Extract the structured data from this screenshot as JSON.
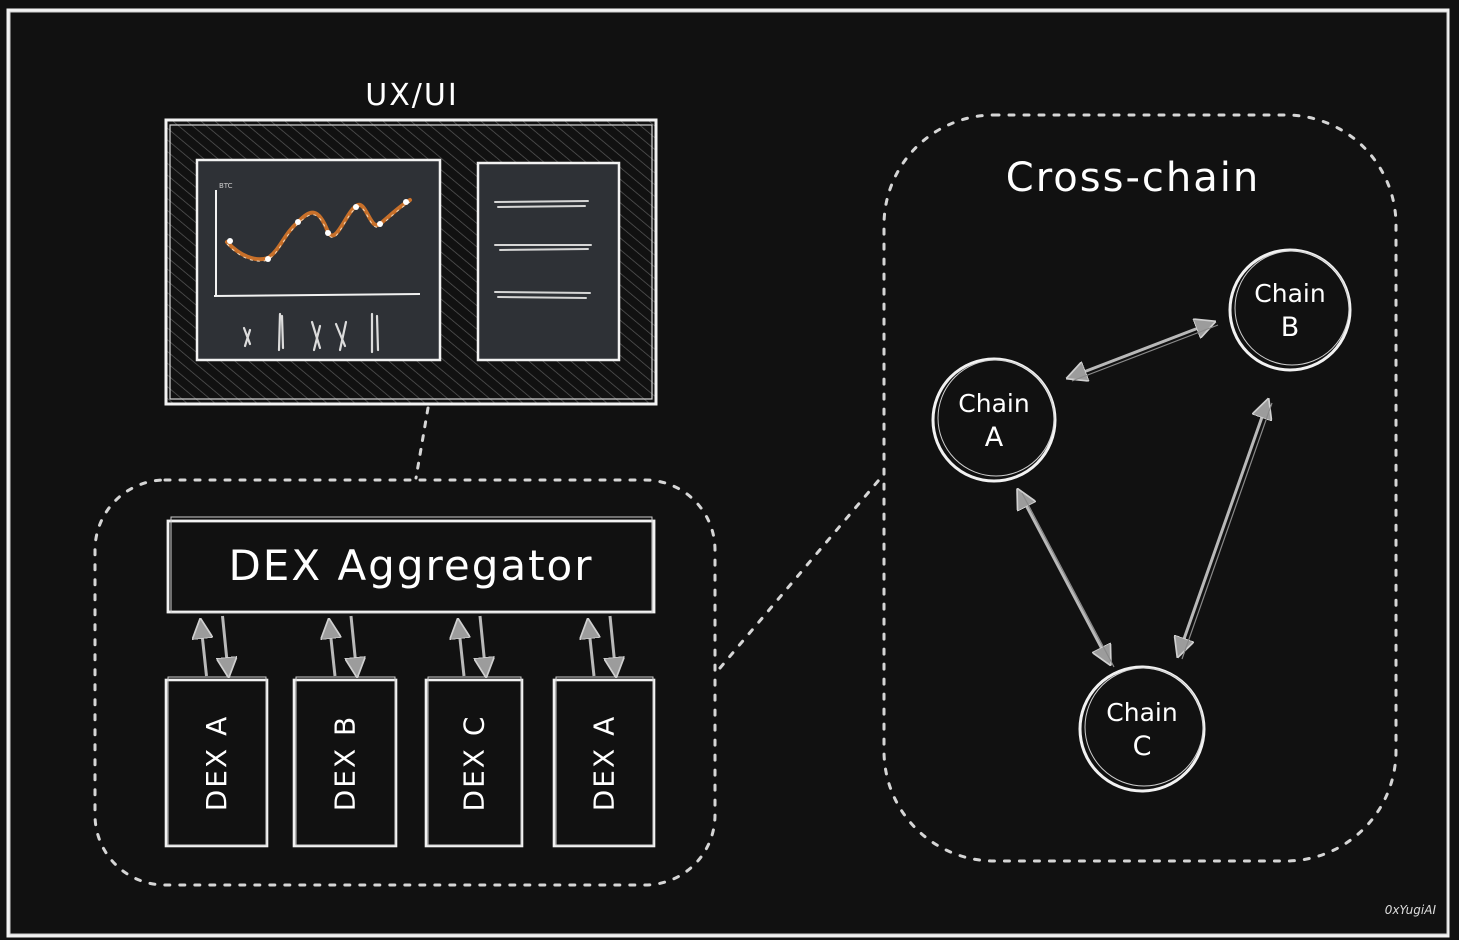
{
  "title_uxui": "UX/UI",
  "chart_label": "BTC",
  "aggregator_label": "DEX Aggregator",
  "dex_boxes": [
    {
      "label": "DEX A"
    },
    {
      "label": "DEX B"
    },
    {
      "label": "DEX C"
    },
    {
      "label": "DEX A"
    }
  ],
  "cross_chain_title": "Cross-chain",
  "chains": [
    {
      "line1": "Chain",
      "line2": "A"
    },
    {
      "line1": "Chain",
      "line2": "B"
    },
    {
      "line1": "Chain",
      "line2": "C"
    }
  ],
  "watermark": "0xYugiAI",
  "colors": {
    "background": "#111111",
    "stroke": "#ffffff",
    "panel": "#2e3136",
    "arrow": "#b9b9b9",
    "price_line": "#c8702a"
  }
}
